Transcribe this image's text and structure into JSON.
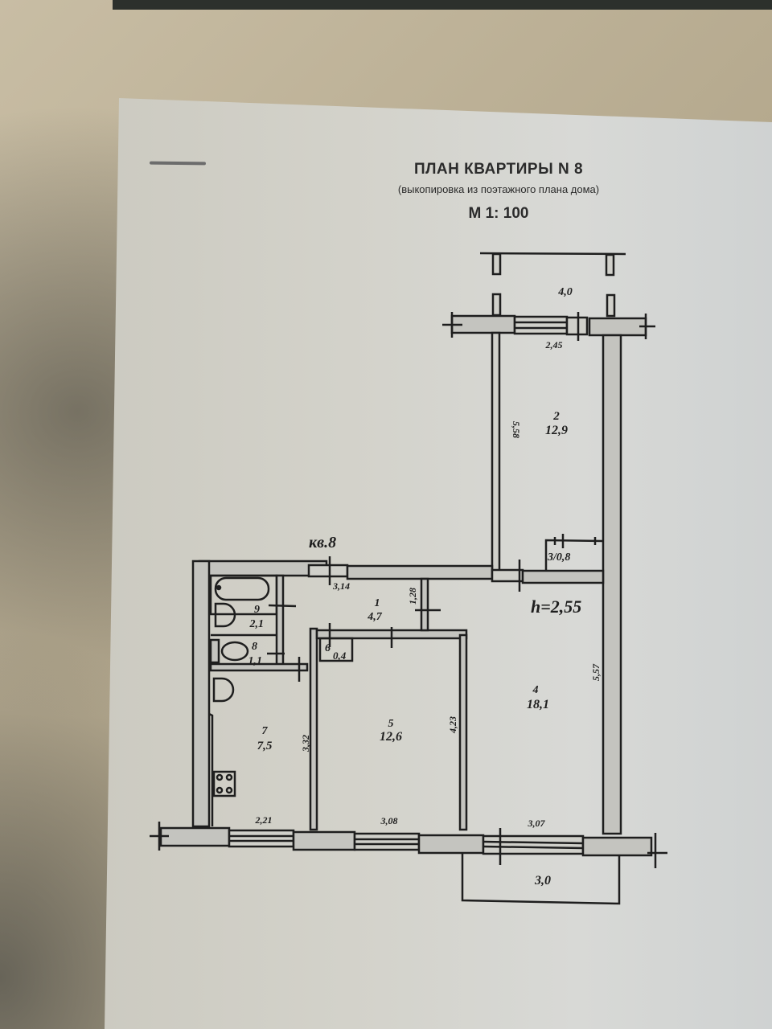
{
  "document": {
    "title": "ПЛАН  КВАРТИРЫ N  8",
    "subtitle": "(выкопировка из поэтажного плана дома)",
    "scale": "М 1: 100",
    "apartment_label": "кв.8",
    "ceiling_height": "h=2,55"
  },
  "rooms": [
    {
      "number": "1",
      "area": "4,7"
    },
    {
      "number": "2",
      "area": "12,9"
    },
    {
      "number": "3/0,8",
      "area": ""
    },
    {
      "number": "4",
      "area": "18,1"
    },
    {
      "number": "5",
      "area": "12,6"
    },
    {
      "number": "6",
      "area": "0,4"
    },
    {
      "number": "7",
      "area": "7,5"
    },
    {
      "number": "8",
      "area": "1,1"
    },
    {
      "number": "9",
      "area": "2,1"
    }
  ],
  "dimensions": {
    "balcony_top_width": "4,0",
    "room2_width": "2,45",
    "room2_length": "5,58",
    "corridor_width": "3,14",
    "corridor_depth": "1,28",
    "room4_length": "5,57",
    "room5_length": "4,23",
    "room7_length": "3,32",
    "room7_width": "2,21",
    "room5_width": "3,08",
    "room4_width": "3,07",
    "balcony_bottom_width": "3,0"
  },
  "colors": {
    "ink": "#1e1e1e",
    "wall_fill": "#c4c4bf",
    "paper": "#d3d2ca"
  }
}
